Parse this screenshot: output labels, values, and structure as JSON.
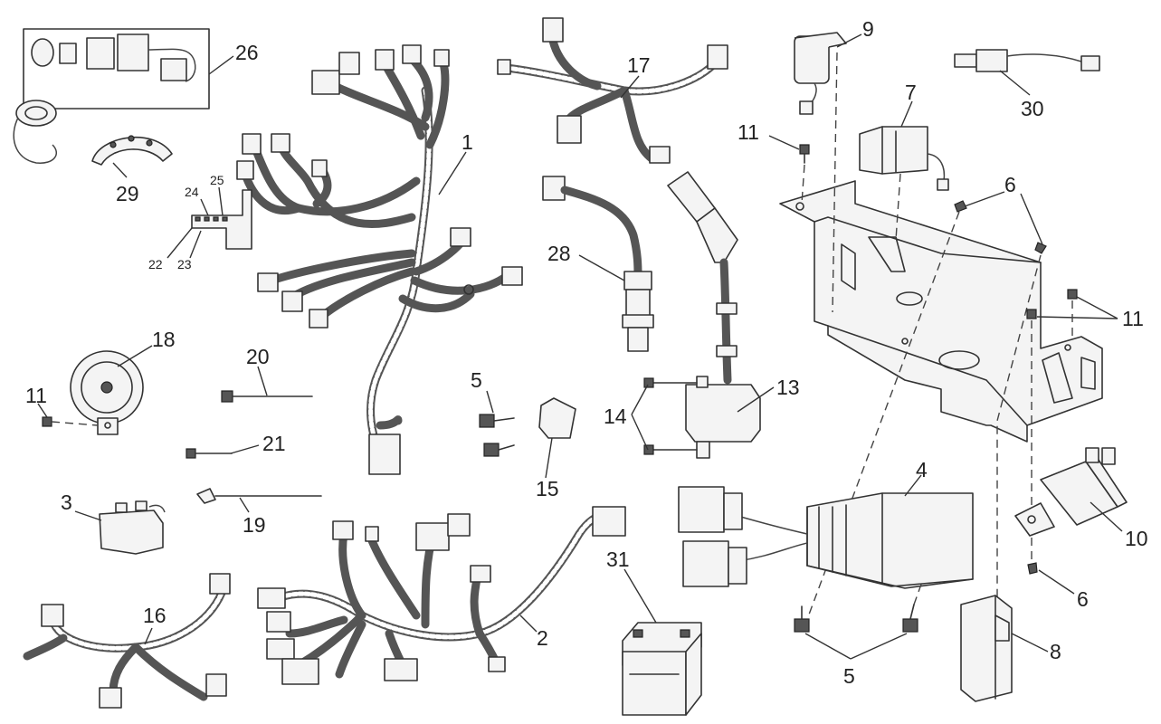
{
  "callouts": {
    "harness_main": "1",
    "harness_rear": "2",
    "starter_relay": "3",
    "regulator": "4",
    "bolt_regulator": "5",
    "bolt_cdi": "5",
    "nut_top": "6",
    "nut_bottom": "6",
    "fuse_box": "7",
    "cdi_unit": "8",
    "flasher": "9",
    "relay": "10",
    "screw_bracket_top": "11",
    "screw_bracket_right": "11",
    "screw_horn": "11",
    "ignition_coil": "13",
    "coil_screws": "14",
    "resistor": "15",
    "harness_front": "16",
    "harness_upper": "17",
    "horn": "18",
    "tie_long": "19",
    "tie_medium": "20",
    "tie_short": "21",
    "terminal_22": "22",
    "terminal_23": "23",
    "terminal_24": "24",
    "terminal_25": "25",
    "ignition_switch": "26",
    "speed_sensor": "28",
    "diode_plate": "29",
    "temp_sensor": "30",
    "battery": "31"
  }
}
